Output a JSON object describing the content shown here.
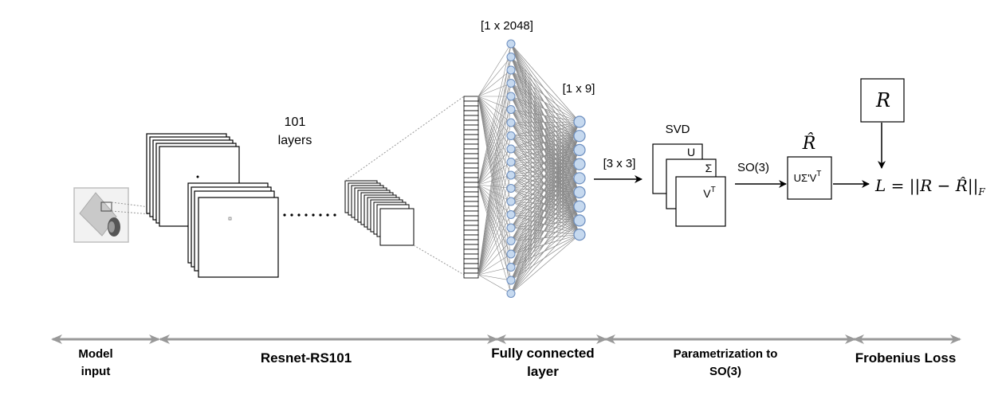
{
  "labels": {
    "fc_input_dim": "[1 x 2048]",
    "fc_output_dim": "[1 x 9]",
    "layers_count": "101",
    "layers_word": "layers",
    "reshape_dim": "[3 x 3]",
    "svd": "SVD",
    "svd_u": "U",
    "svd_sigma": "Σ",
    "svd_v": "V",
    "svd_v_sup": "T",
    "so3": "SO(3)",
    "rhat_box": "UΣ'V",
    "rhat_box_sup": "T",
    "rhat": "R̂",
    "r_gt": "R",
    "loss_L": "L",
    "loss_eq": " = ||",
    "loss_R": "R",
    "loss_minus": " − ",
    "loss_Rhat": "R̂",
    "loss_close": "||",
    "loss_sub": "F"
  },
  "stages": [
    {
      "line1": "Model",
      "line2": "input"
    },
    {
      "line1": "Resnet-RS101",
      "line2": ""
    },
    {
      "line1": "Fully connected",
      "line2": "layer"
    },
    {
      "line1": "Parametrization to",
      "line2": "SO(3)"
    },
    {
      "line1": "Frobenius Loss",
      "line2": ""
    }
  ],
  "colors": {
    "node_fill": "#c6d9ef",
    "node_stroke": "#6c8ebf",
    "edge": "#8a8a8a",
    "stage_arrow": "#999999"
  }
}
